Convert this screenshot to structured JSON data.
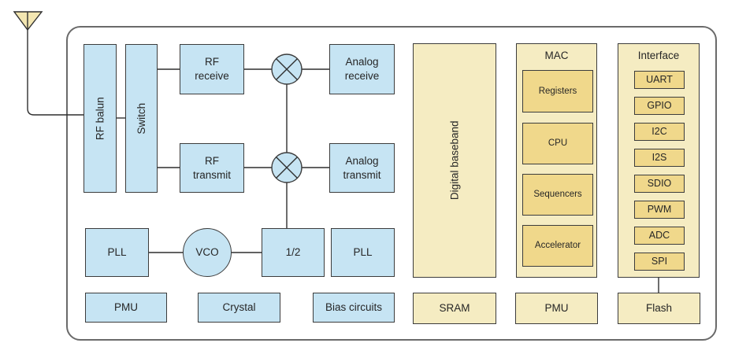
{
  "blocks": {
    "rf_balun": "RF balun",
    "switch": "Switch",
    "rf_receive": "RF\nreceive",
    "rf_transmit": "RF\ntransmit",
    "analog_receive": "Analog\nreceive",
    "analog_transmit": "Analog\ntransmit",
    "pll_left": "PLL",
    "vco": "VCO",
    "divider": "1/2",
    "pll_right": "PLL",
    "pmu_rf": "PMU",
    "crystal": "Crystal",
    "bias_circuits": "Bias circuits",
    "digital_baseband": "Digital baseband",
    "sram": "SRAM",
    "mac_header": "MAC",
    "mac_sub": [
      "Registers",
      "CPU",
      "Sequencers",
      "Accelerator"
    ],
    "pmu_digital": "PMU",
    "interface_header": "Interface",
    "interface_sub": [
      "UART",
      "GPIO",
      "I2C",
      "I2S",
      "SDIO",
      "PWM",
      "ADC",
      "SPI"
    ],
    "flash": "Flash"
  },
  "icons": {
    "antenna": "antenna-icon",
    "mixer_rx": "rx-mixer-icon",
    "mixer_tx": "tx-mixer-icon"
  },
  "colors": {
    "analog_fill": "#c6e4f3",
    "digital_light": "#f5ecc2",
    "digital_dark": "#f0d88b",
    "antenna_fill": "#f3e6b1",
    "border": "#3c3c3c",
    "chip_border": "#6a6a6a",
    "line": "#2f2f2f"
  }
}
